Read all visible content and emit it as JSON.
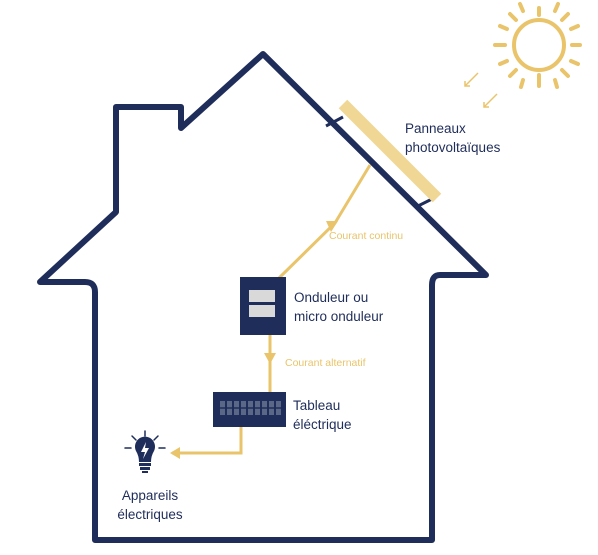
{
  "labels": {
    "panels": [
      "Panneaux",
      "photovoltaïques"
    ],
    "inverter": [
      "Onduleur ou",
      "micro onduleur"
    ],
    "panel_board": [
      "Tableau",
      "éléctrique"
    ],
    "appliances": [
      "Appareils",
      "électriques"
    ]
  },
  "flows": {
    "dc": "Courant continu",
    "ac": "Courant alternatif"
  },
  "colors": {
    "house": "#1f2d5a",
    "current": "#e9c46a",
    "panel": "#f1d795",
    "sun": "#e9c46a"
  },
  "icons": [
    "sun-icon",
    "solar-panel-icon",
    "inverter-icon",
    "breaker-panel-icon",
    "light-bulb-icon"
  ]
}
